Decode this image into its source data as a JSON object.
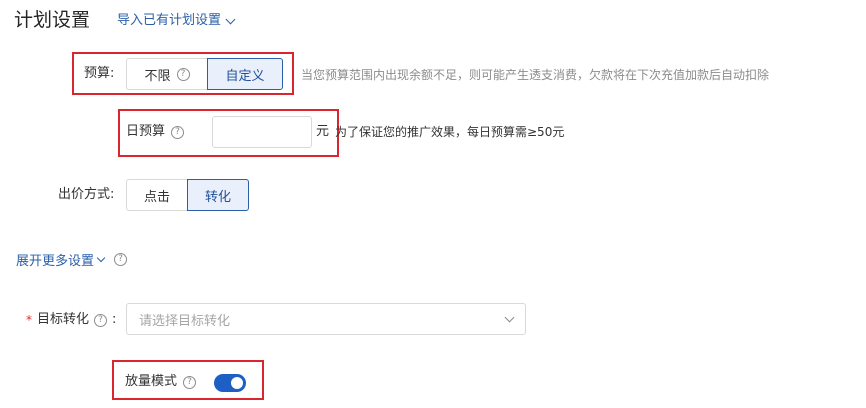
{
  "header": {
    "title": "计划设置",
    "import_label": "导入已有计划设置"
  },
  "budget": {
    "label": "预算:",
    "options": [
      {
        "label": "不限",
        "help": "?"
      },
      {
        "label": "自定义"
      }
    ],
    "selected": "自定义",
    "hint": "当您预算范围内出现余额不足，则可能产生透支消费，欠款将在下次充值加款后自动扣除"
  },
  "daily_budget": {
    "label": "日预算",
    "help": "?",
    "value": "",
    "unit": "元",
    "hint": "为了保证您的推广效果，每日预算需≥50元"
  },
  "bid_method": {
    "label": "出价方式:",
    "options": [
      {
        "label": "点击"
      },
      {
        "label": "转化"
      }
    ],
    "selected": "转化"
  },
  "more_settings": {
    "label": "展开更多设置",
    "help": "?"
  },
  "target_conversion": {
    "required_mark": "*",
    "label": "目标转化",
    "help": "?",
    "colon": ":",
    "placeholder": "请选择目标转化"
  },
  "volume_mode": {
    "label": "放量模式",
    "help": "?",
    "enabled": true
  },
  "colors": {
    "accent": "#1e5fc6",
    "link": "#2a5fa8",
    "highlight_box": "#d9262e",
    "required": "#e02b2b"
  }
}
